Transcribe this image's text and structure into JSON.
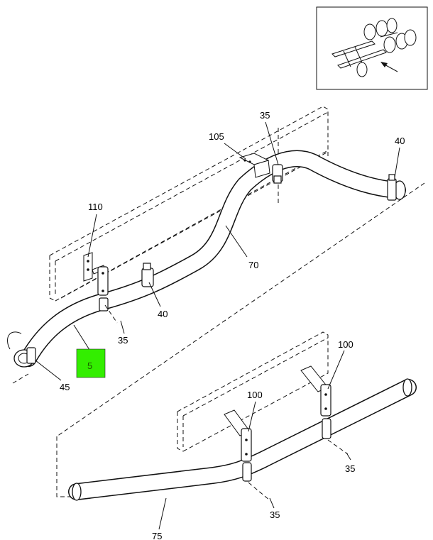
{
  "highlight_color": "#33ee00",
  "callouts": {
    "c35_top": "35",
    "c40_top": "40",
    "c105": "105",
    "c110": "110",
    "c70": "70",
    "c40_mid": "40",
    "c35_mid": "35",
    "c5": "5",
    "c45": "45",
    "c100_right": "100",
    "c100_left": "100",
    "c35_right": "35",
    "c35_bottom": "35",
    "c75": "75"
  }
}
